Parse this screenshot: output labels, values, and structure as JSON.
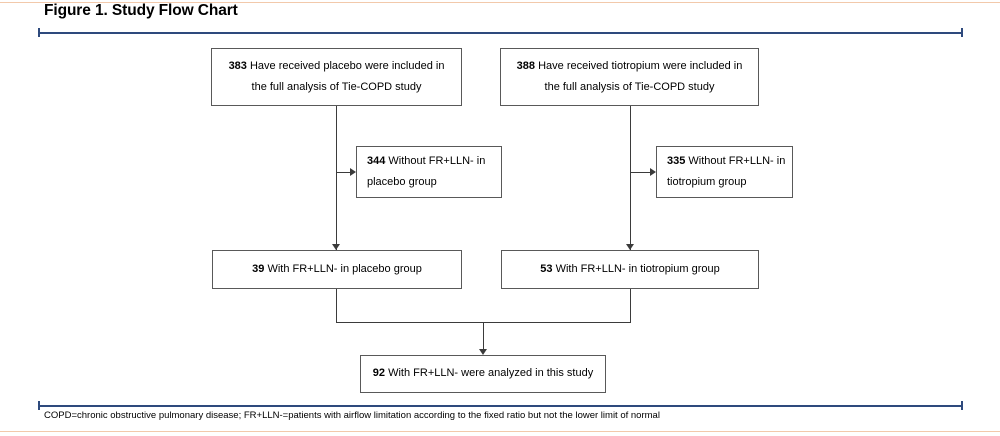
{
  "figure": {
    "title": "Figure 1. Study Flow Chart",
    "footnote": "COPD=chronic obstructive pulmonary disease; FR+LLN-=patients with airflow limitation according to the fixed ratio but not the lower limit of normal"
  },
  "colors": {
    "rule_navy": "#2e4a7d",
    "page_rule": "#f2c9ab",
    "box_border": "#595959",
    "connector": "#3b3b3b",
    "text": "#000000",
    "background": "#ffffff"
  },
  "chart_data": {
    "type": "diagram",
    "title": "Figure 1. Study Flow Chart",
    "nodes": [
      {
        "id": "placebo-total",
        "count": "383",
        "lines": [
          "Have received placebo were included in",
          "the full analysis of Tie-COPD study"
        ],
        "row": 1,
        "column": "left"
      },
      {
        "id": "tiotropium-total",
        "count": "388",
        "lines": [
          "Have received tiotropium were included in",
          "the full analysis of Tie-COPD study"
        ],
        "row": 1,
        "column": "right"
      },
      {
        "id": "without-placebo",
        "count": "344",
        "lines": [
          "Without FR+LLN- in",
          "placebo group"
        ],
        "row": 2,
        "column": "left"
      },
      {
        "id": "without-tiotropium",
        "count": "335",
        "lines": [
          "Without FR+LLN- in",
          "tiotropium group"
        ],
        "row": 2,
        "column": "right"
      },
      {
        "id": "with-placebo",
        "count": "39",
        "lines": [
          "With FR+LLN- in placebo group"
        ],
        "row": 3,
        "column": "left"
      },
      {
        "id": "with-tiotropium",
        "count": "53",
        "lines": [
          "With FR+LLN- in tiotropium group"
        ],
        "row": 3,
        "column": "right"
      },
      {
        "id": "analyzed",
        "count": "92",
        "lines": [
          "With FR+LLN- were analyzed in this study"
        ],
        "row": 4,
        "column": "center"
      }
    ],
    "edges": [
      {
        "from": "placebo-total",
        "to": "without-placebo",
        "type": "branch-right"
      },
      {
        "from": "placebo-total",
        "to": "with-placebo",
        "type": "down"
      },
      {
        "from": "tiotropium-total",
        "to": "without-tiotropium",
        "type": "branch-right"
      },
      {
        "from": "tiotropium-total",
        "to": "with-tiotropium",
        "type": "down"
      },
      {
        "from": "with-placebo",
        "to": "analyzed",
        "type": "merge-down"
      },
      {
        "from": "with-tiotropium",
        "to": "analyzed",
        "type": "merge-down"
      }
    ]
  },
  "nodes": {
    "placebo_total": {
      "count": "383",
      "line1": "Have received placebo were included in",
      "line2": "the full analysis of Tie-COPD study"
    },
    "tiotropium_total": {
      "count": "388",
      "line1": "Have received tiotropium were included in",
      "line2": "the full analysis of Tie-COPD study"
    },
    "without_placebo": {
      "count": "344",
      "line1": "Without FR+LLN- in",
      "line2": "placebo group"
    },
    "without_tiotropium": {
      "count": "335",
      "line1": "Without FR+LLN- in",
      "line2": "tiotropium group"
    },
    "with_placebo": {
      "count": "39",
      "line1": "With FR+LLN- in placebo group"
    },
    "with_tiotropium": {
      "count": "53",
      "line1": "With FR+LLN- in tiotropium group"
    },
    "analyzed": {
      "count": "92",
      "line1": "With FR+LLN- were analyzed in this study"
    }
  }
}
